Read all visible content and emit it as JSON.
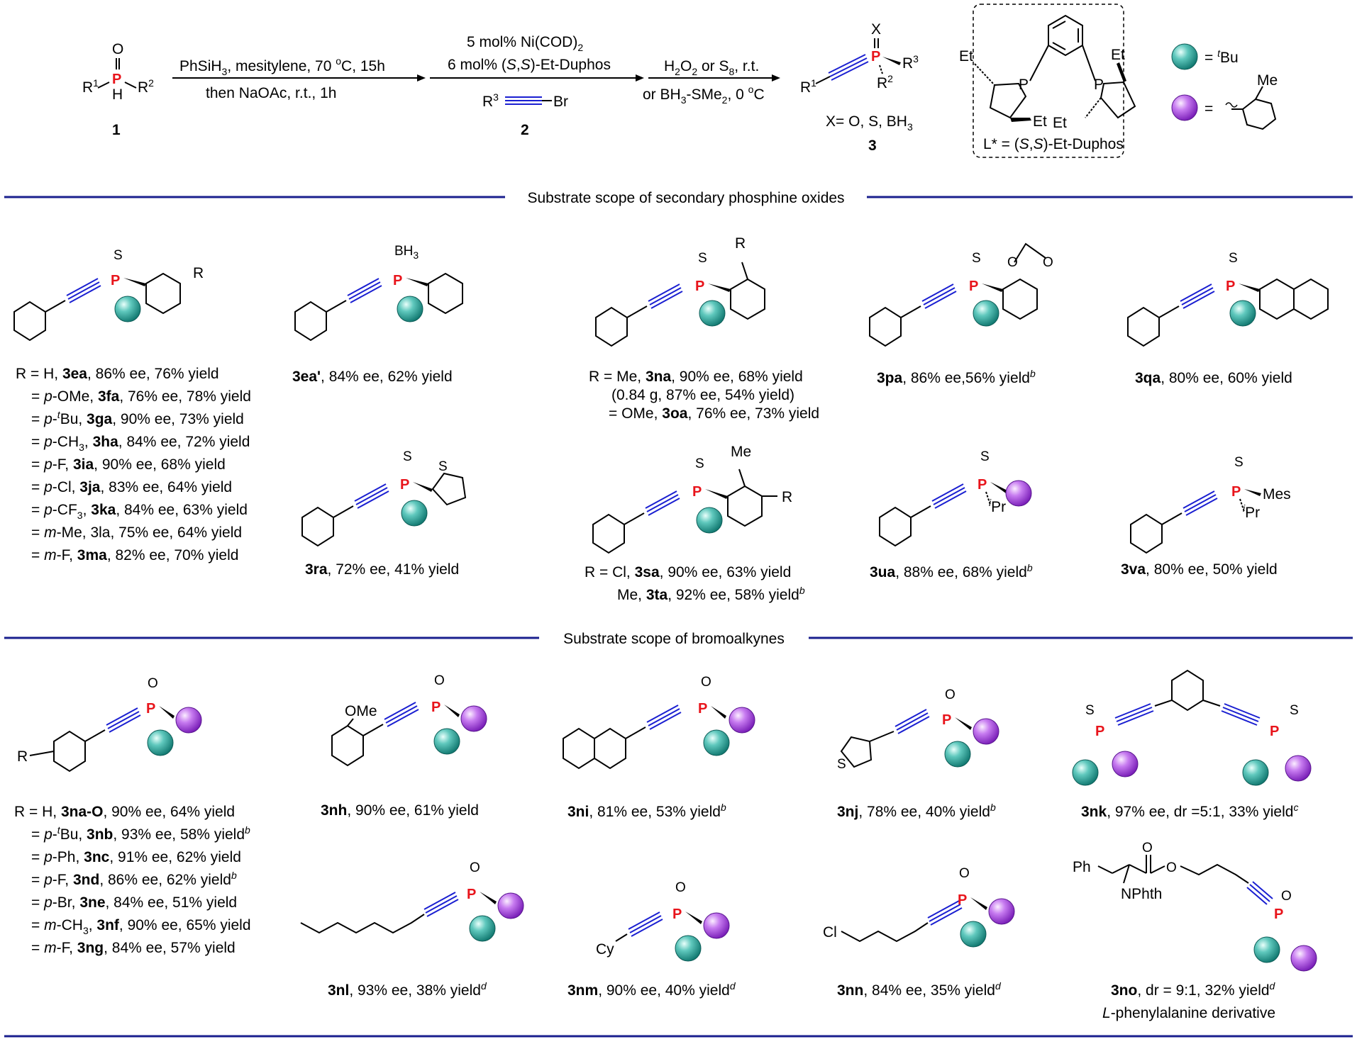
{
  "colors": {
    "rule": "#1a1f8e",
    "phosphorus": "#e8141b",
    "alkyne": "#1a1fd1",
    "teal_ball": "#2ea59c",
    "purple_ball": "#b54ee6"
  },
  "scheme": {
    "sm1": {
      "label": "1"
    },
    "step1": {
      "line1": "PhSiH",
      "line1b": "3",
      "line1c": ", mesitylene, 70 ",
      "line1d": "o",
      "line1e": "C, 15h",
      "line2": "then  NaOAc, r.t., 1h"
    },
    "step2": {
      "line1a": "5 mol% Ni(COD)",
      "line1b": "2",
      "line2a": "6 mol% (",
      "line2b": "S",
      "line2c": ",",
      "line2d": "S",
      "line2e": ")-Et-Duphos",
      "reagent_label": "2"
    },
    "step3": {
      "line1a": "H",
      "line1b": "2",
      "line1c": "O",
      "line1d": "2",
      "line1e": " or S",
      "line1f": "8",
      "line1g": ", r.t.",
      "line2a": "or BH",
      "line2b": "3",
      "line2c": "-SMe",
      "line2d": "2",
      "line2e": ", 0 ",
      "line2f": "o",
      "line2g": "C"
    },
    "product": {
      "x_def": "X= O, S, BH",
      "x_def_sub": "3",
      "label": "3"
    },
    "ligand": {
      "label_a": "L* = (",
      "label_b": "S",
      "label_c": ",",
      "label_d": "S",
      "label_e": ")-Et-Duphos"
    },
    "legend": {
      "teal_eq": "= ",
      "teal_sup": "t",
      "teal_txt": "Bu",
      "purple_eq": "=",
      "purple_me": "Me"
    }
  },
  "sections": {
    "phosphine_oxides": "Substrate scope of secondary phosphine oxides",
    "bromoalkynes": "Substrate scope of bromoalkynes"
  },
  "row1": {
    "c1": [
      "R = H, ",
      "3ea",
      ", 86% ee, 76% yield",
      "= ",
      "p",
      "-OMe, ",
      "3fa",
      ", 76% ee, 78% yield",
      "= ",
      "p",
      "-",
      "t",
      "Bu, ",
      "3ga",
      ", 90% ee, 73% yield",
      "= ",
      "p",
      "-CH",
      "3",
      ", ",
      "3ha",
      ", 84% ee, 72% yield",
      "= ",
      "p",
      "-F, ",
      "3ia",
      ", 90% ee, 68% yield",
      "= ",
      "p",
      "-Cl, ",
      "3ja",
      ", 83% ee, 64% yield",
      "= ",
      "p",
      "-CF",
      "3",
      ", ",
      "3ka",
      ", 84% ee, 63% yield",
      "= ",
      "m",
      "-Me, 3la, 75% ee, 64% yield",
      "= ",
      "m",
      "-F, ",
      "3ma",
      ", 82% ee, 70% yield"
    ],
    "c2": [
      "3ea'",
      ", 84% ee, 62% yield"
    ],
    "c3": [
      "R = Me, ",
      "3na",
      ", 90% ee, 68% yield",
      "(0.84 g, 87% ee, 54% yield)",
      "= OMe, ",
      "3oa",
      ", 76% ee, 73% yield"
    ],
    "c4": [
      "3pa",
      ", 86% ee,56% yield",
      "b"
    ],
    "c5": [
      "3qa",
      ", 80% ee,  60% yield"
    ]
  },
  "row2": {
    "c2": [
      "3ra",
      ", 72% ee, 41% yield"
    ],
    "c3": [
      "R = Cl, ",
      "3sa",
      ", 90% ee, 63% yield",
      "Me, ",
      "3ta",
      ", 92% ee, 58% yield",
      "b"
    ],
    "c4": [
      "3ua",
      ", 88% ee, 68% yield",
      "b"
    ],
    "c5": [
      "3va",
      ", 80% ee, 50% yield"
    ]
  },
  "row3": {
    "c1": [
      "R = H, ",
      "3na-O",
      ", 90% ee, 64% yield",
      "= ",
      "p",
      "-",
      "t",
      "Bu, ",
      "3nb",
      ", 93% ee, 58% yield",
      "b",
      "= ",
      "p",
      "-Ph, ",
      "3nc",
      ", 91% ee, 62% yield",
      "= ",
      "p",
      "-F, ",
      "3nd",
      ", 86% ee, 62% yield",
      "b",
      "= ",
      "p",
      "-Br, ",
      "3ne",
      ", 84% ee, 51% yield",
      "= ",
      "m",
      "-CH",
      "3",
      ", ",
      "3nf",
      ", 90% ee, 65% yield",
      "= ",
      "m",
      "-F, ",
      "3ng",
      ", 84% ee, 57% yield"
    ],
    "c2": [
      "3nh",
      ", 90% ee, 61% yield"
    ],
    "c3": [
      "3ni",
      ", 81% ee, 53% yield",
      "b"
    ],
    "c4": [
      "3nj",
      ", 78% ee, 40% yield",
      "b"
    ],
    "c5": [
      "3nk",
      ", 97% ee, dr =5:1, 33% yield",
      "c"
    ]
  },
  "row4": {
    "c2": [
      "3nl",
      ", 93% ee, 38% yield",
      "d"
    ],
    "c3": [
      "3nm",
      ", 90% ee, 40% yield",
      "d"
    ],
    "c4": [
      "3nn",
      ", 84% ee, 35% yield",
      "d"
    ],
    "c5": [
      "3no",
      ", dr = 9:1, 32% yield",
      "d",
      "L",
      "-phenylalanine derivative"
    ]
  },
  "atoms": {
    "P": "P",
    "O": "O",
    "S": "S",
    "X": "X",
    "H": "H",
    "R1": "R",
    "R2": "R",
    "R3": "R",
    "n1": "1",
    "n2": "2",
    "n3": "3",
    "Br": "Br",
    "BH3": "BH",
    "Et": "Et",
    "Me": "Me",
    "OMe": "OMe",
    "iPr": "Pr",
    "i": "i",
    "Mes": "Mes",
    "Cy": "Cy",
    "Cl": "Cl",
    "Ph": "Ph",
    "NPhth": "NPhth",
    "R": "R"
  }
}
